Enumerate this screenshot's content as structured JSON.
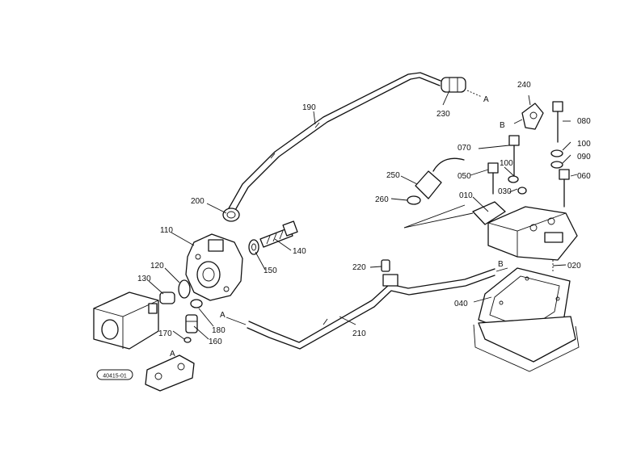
{
  "figure_code": "40415-01",
  "callouts": {
    "c010": "010",
    "c020": "020",
    "c030": "030",
    "c040": "040",
    "c050": "050",
    "c060": "060",
    "c070": "070",
    "c080": "080",
    "c090": "090",
    "c100a": "100",
    "c100b": "100",
    "c110": "110",
    "c120": "120",
    "c130": "130",
    "c140": "140",
    "c150": "150",
    "c160": "160",
    "c170": "170",
    "c180": "180",
    "c190": "190",
    "c200": "200",
    "c210": "210",
    "c220": "220",
    "c230": "230",
    "c240": "240",
    "c250": "250",
    "c260": "260"
  },
  "connections": {
    "a_top": "A",
    "a_left": "A",
    "a_pump": "A",
    "b_top": "B",
    "b_right": "B"
  }
}
